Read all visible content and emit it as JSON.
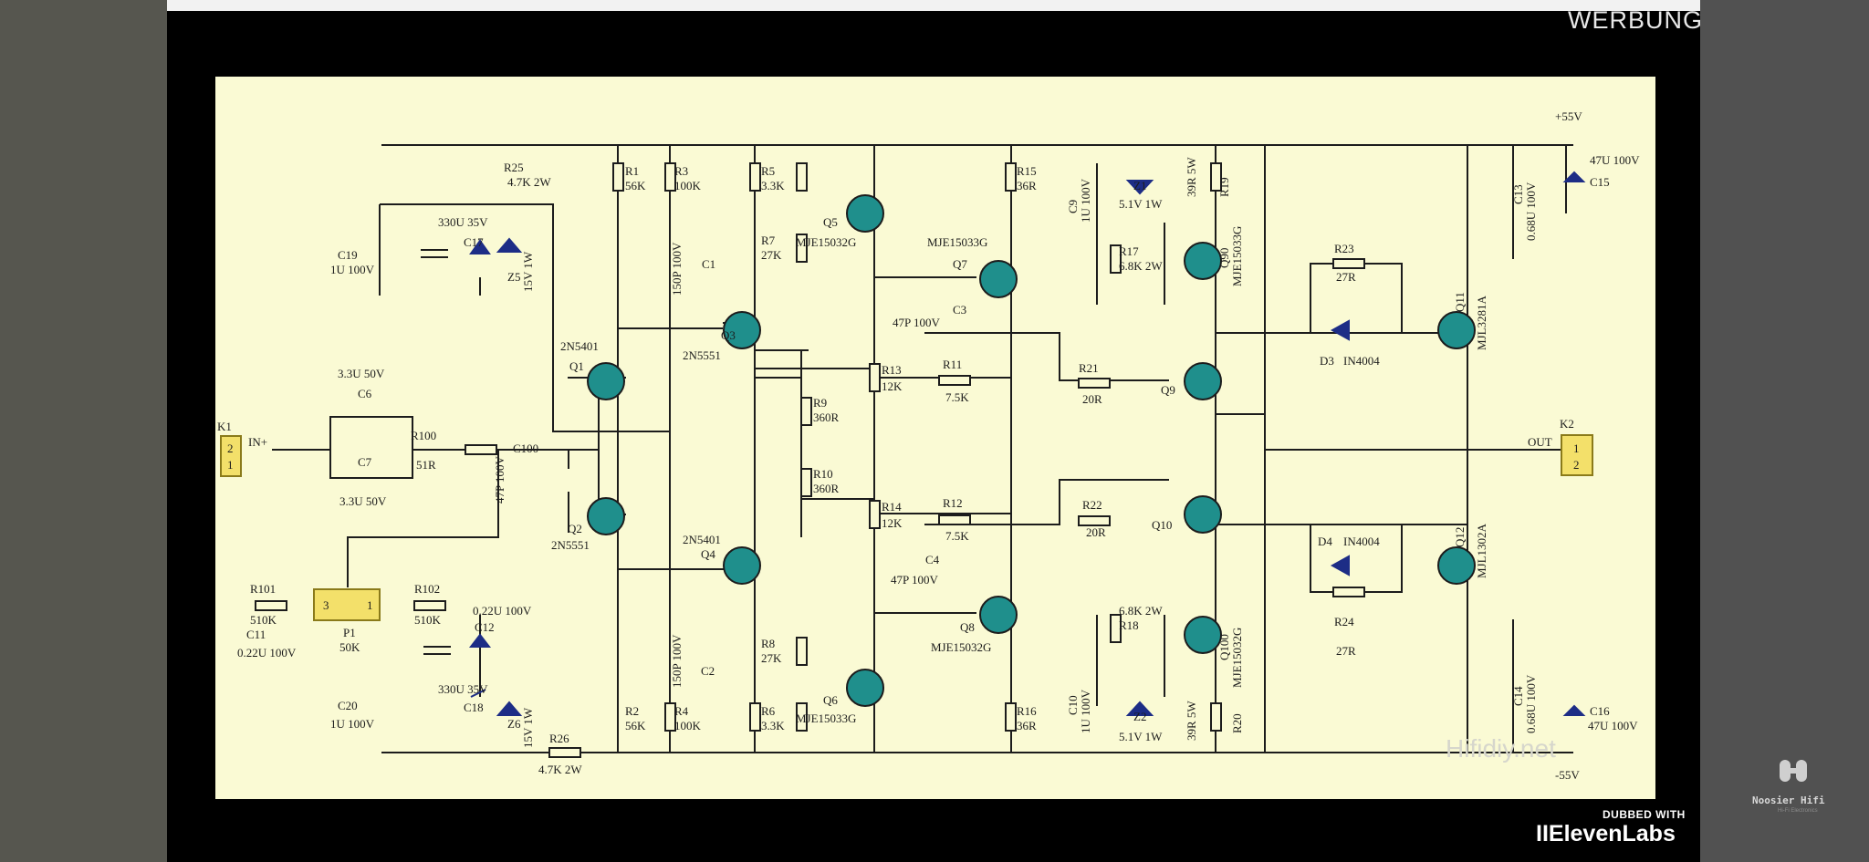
{
  "overlay": {
    "ad_label": "WERBUNG",
    "dubbed_with": "DUBBED WITH",
    "dubbing_brand": "IIElevenLabs",
    "channel_watermark": "Noosier Hifi",
    "channel_tagline": "Hi-Fi Electronics"
  },
  "schematic": {
    "site_watermark": "Hifidiy.net",
    "rail_positive": "+55V",
    "rail_negative": "-55V",
    "connectors": {
      "k1": {
        "ref": "K1",
        "signal": "IN+",
        "pin_a": "2",
        "pin_b": "1"
      },
      "k2": {
        "ref": "K2",
        "signal": "OUT",
        "pin_a": "1",
        "pin_b": "2"
      }
    },
    "pot": {
      "ref": "P1",
      "value": "50K",
      "pin_left": "3",
      "pin_right": "1"
    },
    "labels": {
      "r25": "R25",
      "r25v": "4.7K 2W",
      "r1": "R1",
      "r1v": "56K",
      "r3": "R3",
      "r3v": "100K",
      "r5": "R5",
      "r5v": "3.3K",
      "r7": "R7",
      "r7v": "27K",
      "c1": "C1",
      "c1v": "150P 100V",
      "q5": "Q5",
      "q5t": "MJE15032G",
      "c19": "C19",
      "c19v": "1U 100V",
      "c17": "C17",
      "c17v": "330U 35V",
      "z5": "Z5",
      "z5v": "15V 1W",
      "q3": "Q3",
      "q3t": "2N5551",
      "q1": "Q1",
      "q1t": "2N5401",
      "c6": "C6",
      "c6v": "3.3U 50V",
      "c7": "C7",
      "c7v": "3.3U 50V",
      "r100": "R100",
      "r100v": "51R",
      "c100": "C100",
      "c100v": "47P 100V",
      "q2": "Q2",
      "q2t": "2N5551",
      "r9": "R9",
      "r9v": "360R",
      "r10": "R10",
      "r10v": "360R",
      "r13": "R13",
      "r13v": "12K",
      "r14": "R14",
      "r14v": "12K",
      "r11": "R11",
      "r11v": "7.5K",
      "r12": "R12",
      "r12v": "7.5K",
      "c3": "C3",
      "c3v": "47P 100V",
      "c4": "C4",
      "c4v": "47P 100V",
      "q7": "Q7",
      "q7t": "MJE15033G",
      "q8": "Q8",
      "q8t": "MJE15032G",
      "q4": "Q4",
      "q4t": "2N5401",
      "r8": "R8",
      "r8v": "27K",
      "r6": "R6",
      "r6v": "3.3K",
      "c2": "C2",
      "c2v": "150P 100V",
      "q6": "Q6",
      "q6t": "MJE15033G",
      "r2": "R2",
      "r2v": "56K",
      "r4": "R4",
      "r4v": "100K",
      "r101": "R101",
      "r101v": "510K",
      "r102": "R102",
      "r102v": "510K",
      "c11": "C11",
      "c11v": "0.22U 100V",
      "c12": "C12",
      "c12v": "0.22U 100V",
      "c20": "C20",
      "c20v": "1U 100V",
      "c18": "C18",
      "c18v": "330U 35V",
      "z6": "Z6",
      "z6v": "15V 1W",
      "r26": "R26",
      "r26v": "4.7K 2W",
      "r15": "R15",
      "r15v": "36R",
      "r16": "R16",
      "r16v": "36R",
      "c9": "C9",
      "c9v": "1U 100V",
      "z1": "Z1",
      "z1v": "5.1V 1W",
      "r17": "R17",
      "r17v": "6.8K 2W",
      "q90": "Q90",
      "q90t": "MJE15033G",
      "r19": "R19",
      "r19v": "39R 5W",
      "r21": "R21",
      "r21v": "20R",
      "q9": "Q9",
      "r22": "R22",
      "r22v": "20R",
      "q10": "Q10",
      "r18": "R18",
      "r18v": "6.8K 2W",
      "q100": "Q100",
      "q100t": "MJE15032G",
      "c10": "C10",
      "c10v": "1U 100V",
      "z2": "Z2",
      "z2v": "5.1V 1W",
      "r20": "R20",
      "r20v": "39R 5W",
      "r23": "R23",
      "r23v": "27R",
      "r24": "R24",
      "r24v": "27R",
      "d3": "D3",
      "d3v": "IN4004",
      "d4": "D4",
      "d4v": "IN4004",
      "q11": "Q11",
      "q11t": "MJL3281A",
      "q12": "Q12",
      "q12t": "MJL1302A",
      "c13": "C13",
      "c13v": "0.68U 100V",
      "c15": "C15",
      "c15v": "47U 100V",
      "c14": "C14",
      "c14v": "0.68U 100V",
      "c16": "C16",
      "c16v": "47U 100V"
    }
  }
}
